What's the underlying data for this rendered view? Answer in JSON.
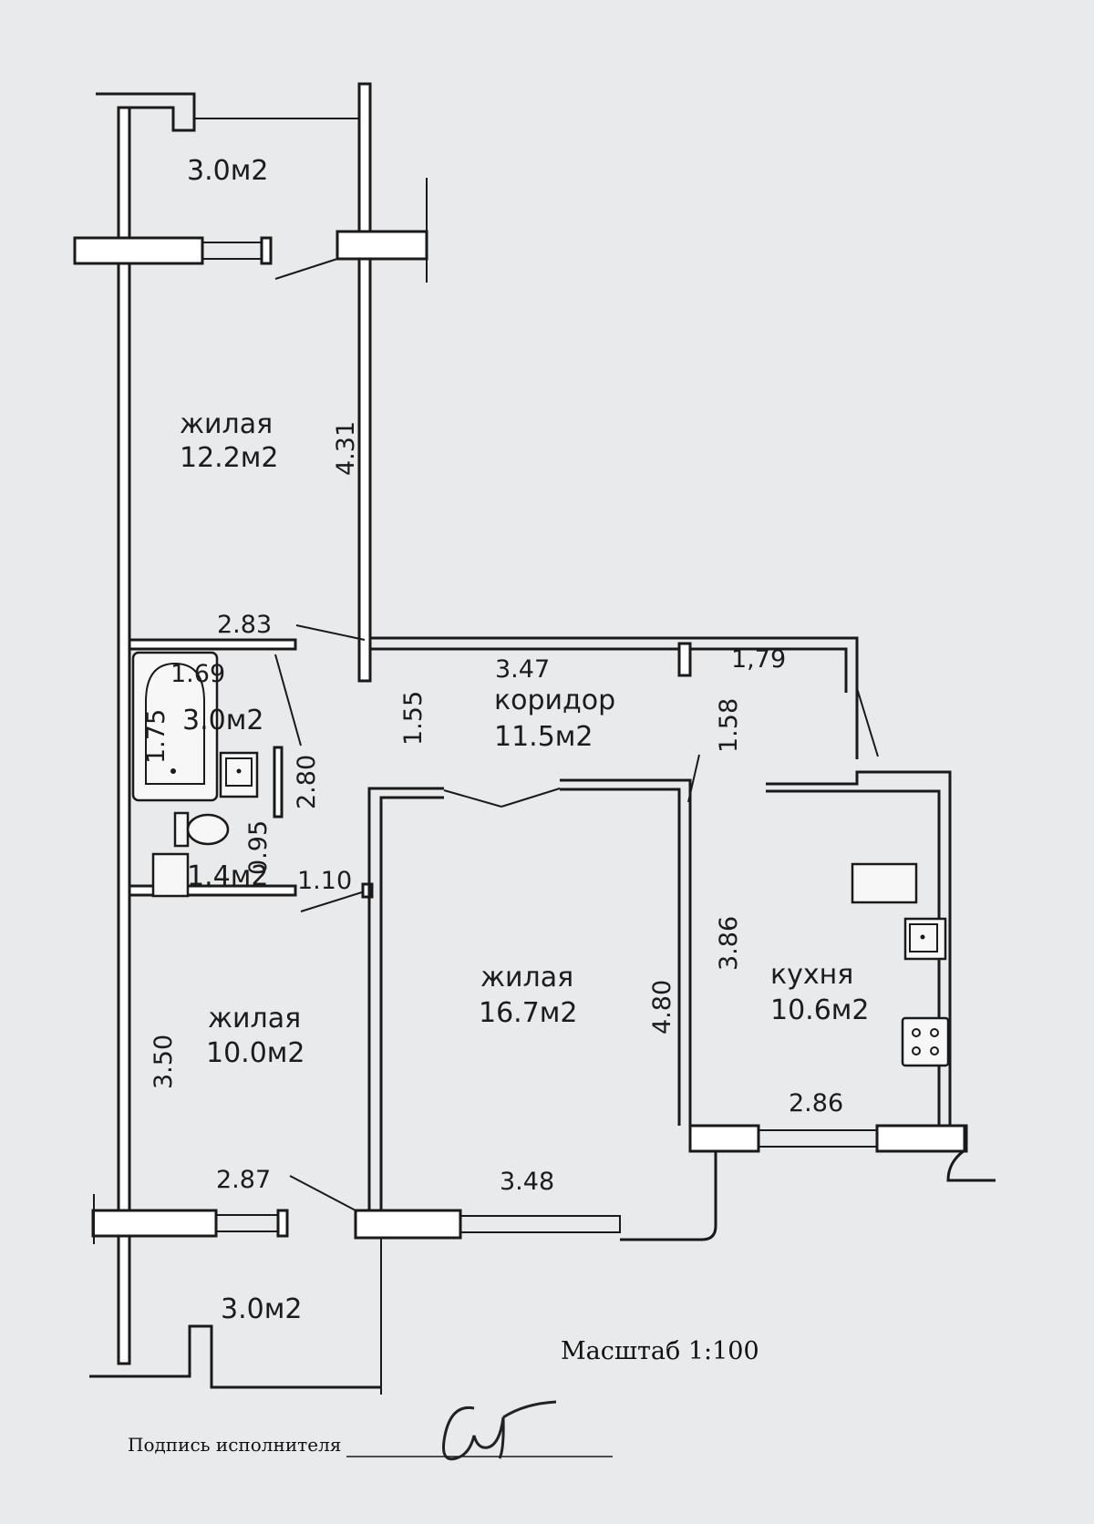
{
  "rooms": {
    "balcony_top": {
      "area": "3.0м2"
    },
    "living_top": {
      "name": "жилая",
      "area": "12.2м2"
    },
    "bathroom": {
      "area": "3.0м2"
    },
    "toilet": {
      "area": "1.4м2"
    },
    "corridor": {
      "name": "коридор",
      "area": "11.5м2"
    },
    "living_middle": {
      "name": "жилая",
      "area": "16.7м2"
    },
    "living_bottom": {
      "name": "жилая",
      "area": "10.0м2"
    },
    "kitchen": {
      "name": "кухня",
      "area": "10.6м2"
    },
    "balcony_bottom": {
      "area": "3.0м2"
    }
  },
  "dimensions": {
    "d431": "4.31",
    "d283": "2.83",
    "d169": "1.69",
    "d175": "1.75",
    "d280": "2.80",
    "d095": "0.95",
    "d110": "1.10",
    "d155": "1.55",
    "d347": "3.47",
    "d179": "1,79",
    "d158": "1.58",
    "d386": "3.86",
    "d480": "4.80",
    "d350": "3.50",
    "d286": "2.86",
    "d287": "2.87",
    "d348": "3.48"
  },
  "footer": {
    "scale": "Масштаб 1:100",
    "signature_label": "Подпись исполнителя"
  },
  "icons": [
    "bathtub-icon",
    "sink-icon",
    "toilet-icon",
    "washing-machine-icon",
    "stove-icon",
    "signature-icon"
  ]
}
